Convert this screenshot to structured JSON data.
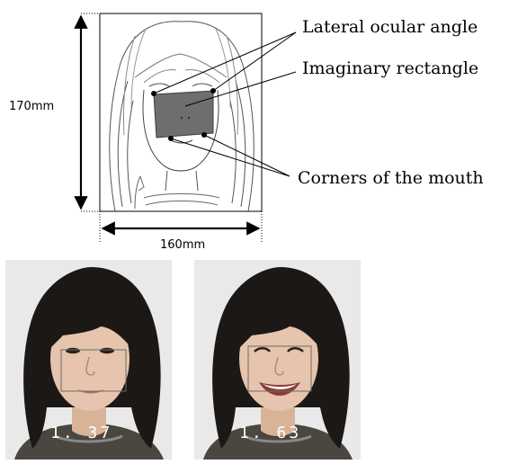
{
  "diagram": {
    "labels": {
      "lateral_ocular_angle": "Lateral ocular angle",
      "imaginary_rectangle": "Imaginary rectangle",
      "corners_of_mouth": "Corners of the mouth"
    },
    "dimensions": {
      "height": "170mm",
      "width": "160mm"
    }
  },
  "photos": [
    {
      "ratio": "1. 37",
      "expression": "neutral"
    },
    {
      "ratio": "1. 63",
      "expression": "smiling"
    }
  ],
  "colors": {
    "rectangle_fill": "#6e6e6e",
    "photo_background": "#e9e9e9",
    "hair": "#1c1816",
    "skin": "#e6c4ad",
    "ratio_text": "#ffffff"
  }
}
